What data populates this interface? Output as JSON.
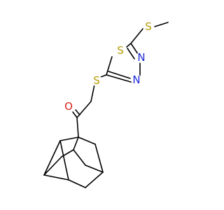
{
  "atoms": {
    "s_methylthio": {
      "label": "S",
      "color": "#b59a00"
    },
    "s_ring": {
      "label": "S",
      "color": "#b59a00"
    },
    "s_thioether": {
      "label": "S",
      "color": "#b59a00"
    },
    "n_ring_upper": {
      "label": "N",
      "color": "#1f2bd6"
    },
    "n_ring_lower": {
      "label": "N",
      "color": "#1f2bd6"
    },
    "o_carbonyl": {
      "label": "O",
      "color": "#e0231c"
    }
  },
  "colors": {
    "bond": "#000000",
    "background": "#ffffff"
  }
}
